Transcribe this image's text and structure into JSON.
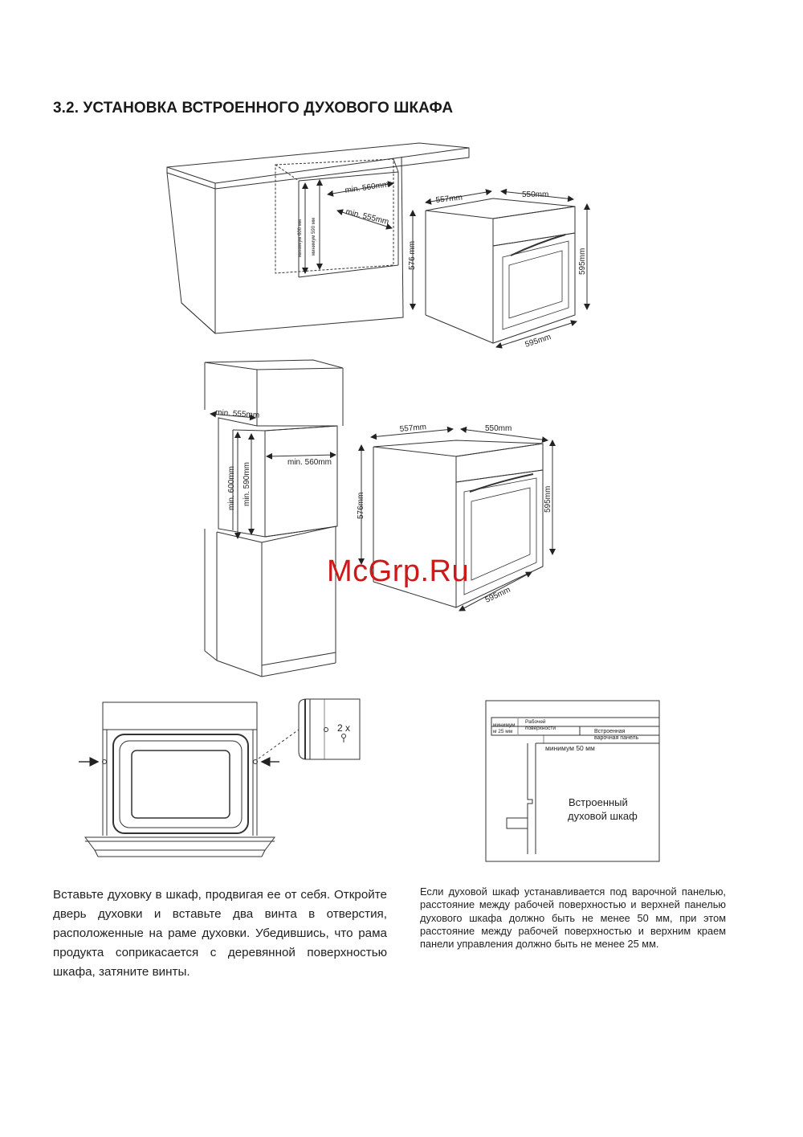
{
  "section": {
    "title": "3.2. УСТАНОВКА ВСТРОЕННОГО ДУХОВОГО ШКАФА"
  },
  "figure1": {
    "niche_width": "min. 560mm",
    "niche_depth": "min. 555mm",
    "niche_height_1": "минимум 600 мм",
    "niche_height_2": "минимум 590 мм",
    "oven_depth": "557mm",
    "oven_body_width": "550mm",
    "oven_body_height": "576 mm",
    "oven_front_height": "595mm",
    "oven_front_width": "595mm"
  },
  "figure2": {
    "niche_depth": "min. 555mm",
    "niche_width": "min. 560mm",
    "niche_height_1": "min. 600mm",
    "niche_height_2": "min. 590mm",
    "oven_depth": "557mm",
    "oven_body_width": "550mm",
    "oven_body_height": "576mm",
    "oven_front_height": "595mm",
    "oven_front_width": "595mm"
  },
  "figure3": {
    "screws_label": "2 x"
  },
  "figure4": {
    "min_label_1": "минимум",
    "min_label_2": "м 25 мм",
    "worktop_1": "Рабочей",
    "worktop_2": "поверхности",
    "hob_1": "Встроенная",
    "hob_2": "варочная панель",
    "min_50": "минимум 50 мм",
    "oven_1": "Встроенный",
    "oven_2": "духовой шкаф"
  },
  "watermark": "McGrp.Ru",
  "text": {
    "left": "Вставьте духовку в  шкаф, продвигая ее от себя. Откройте дверь духовки и вставьте два винта в отверстия, расположенные на раме духовки. Убедившись, что рама продукта соприкасается с деревянной поверхностью шкафа, затяните винты.",
    "right": "Если духовой шкаф устанавливается под варочной панелью, расстояние между рабочей поверхностью и верхней панелью духового шкафа должно быть не менее 50 мм, при этом расстояние между рабочей поверхностью и верхним краем панели управления должно быть не менее 25 мм."
  }
}
